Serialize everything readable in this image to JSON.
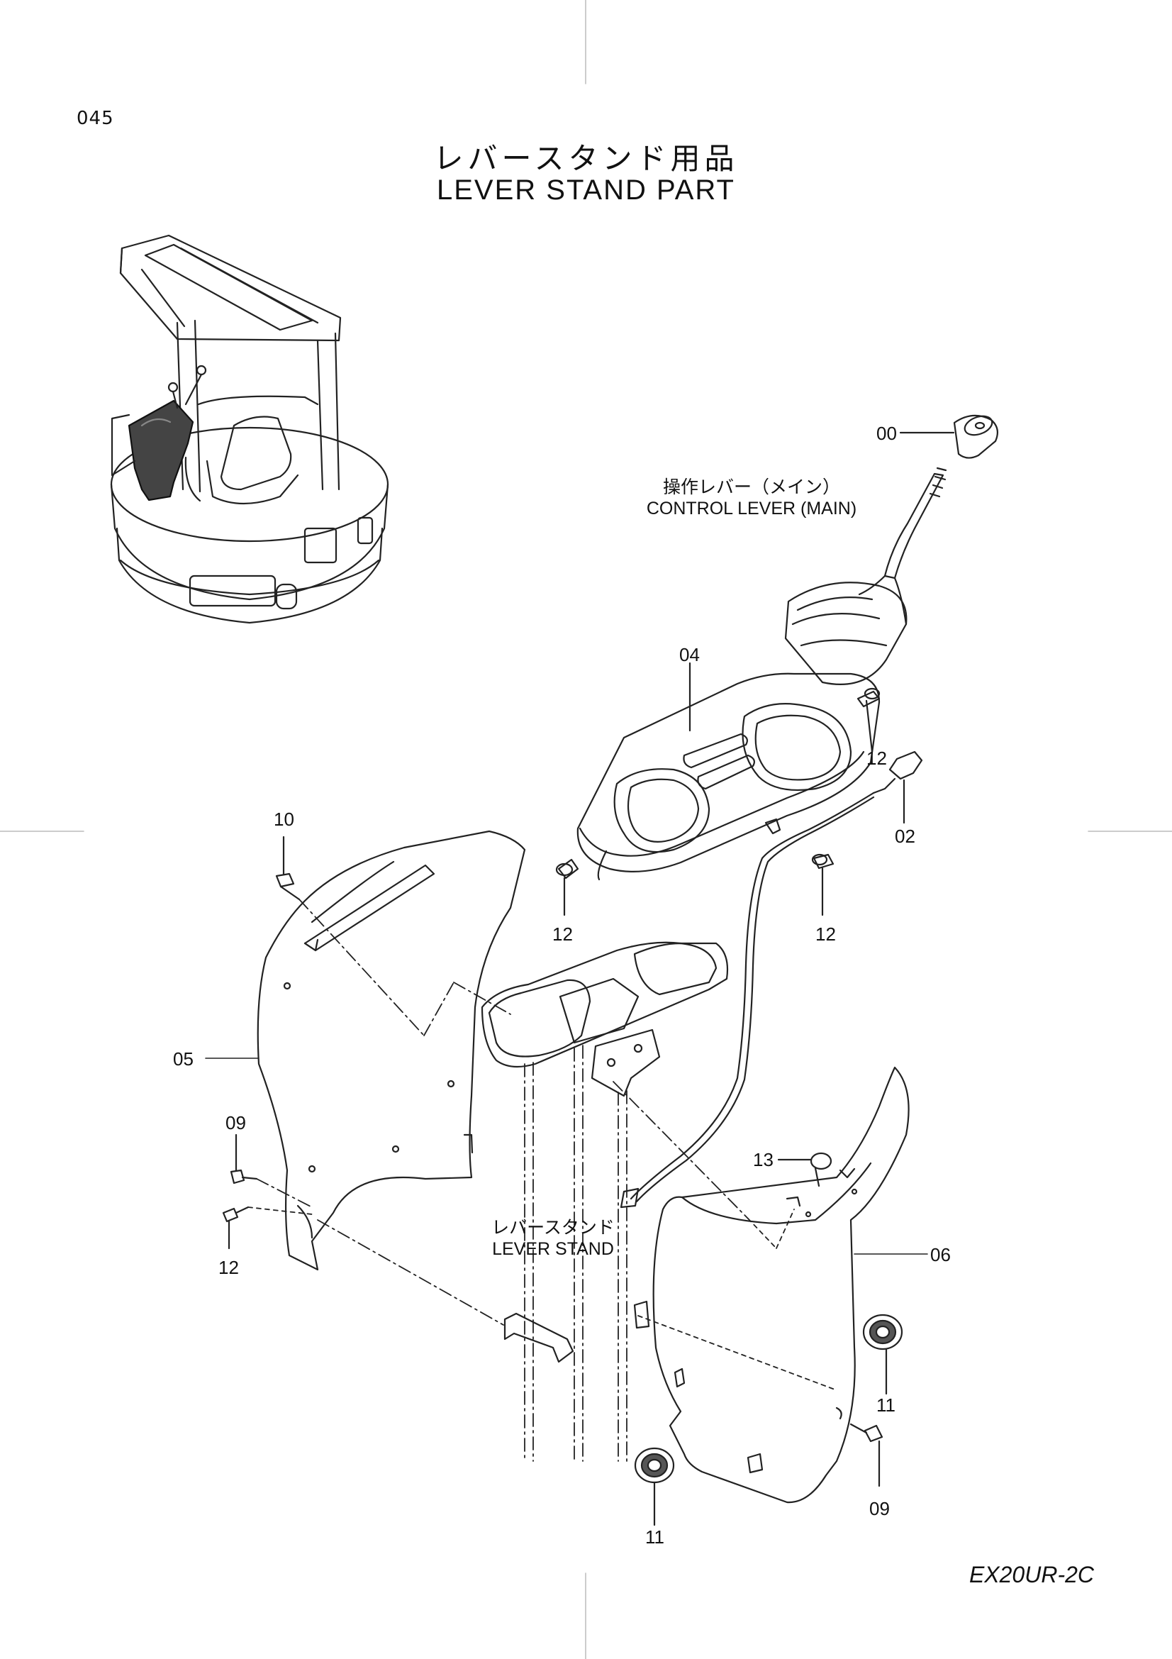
{
  "page": {
    "number": "045",
    "model": "EX20UR-2C"
  },
  "title": {
    "ja": "レバースタンド用品",
    "en": "LEVER STAND PART"
  },
  "callouts": {
    "control_lever_ja": "操作レバー（メイン）",
    "control_lever_en": "CONTROL LEVER (MAIN)",
    "lever_stand_ja": "レバースタンド",
    "lever_stand_en": "LEVER STAND"
  },
  "part_numbers": {
    "p00": "00",
    "p04": "04",
    "p12_a": "12",
    "p02": "02",
    "p10": "10",
    "p12_b": "12",
    "p12_c": "12",
    "p05": "05",
    "p09_a": "09",
    "p12_d": "12",
    "p13": "13",
    "p06": "06",
    "p11_a": "11",
    "p09_b": "09",
    "p11_b": "11"
  }
}
